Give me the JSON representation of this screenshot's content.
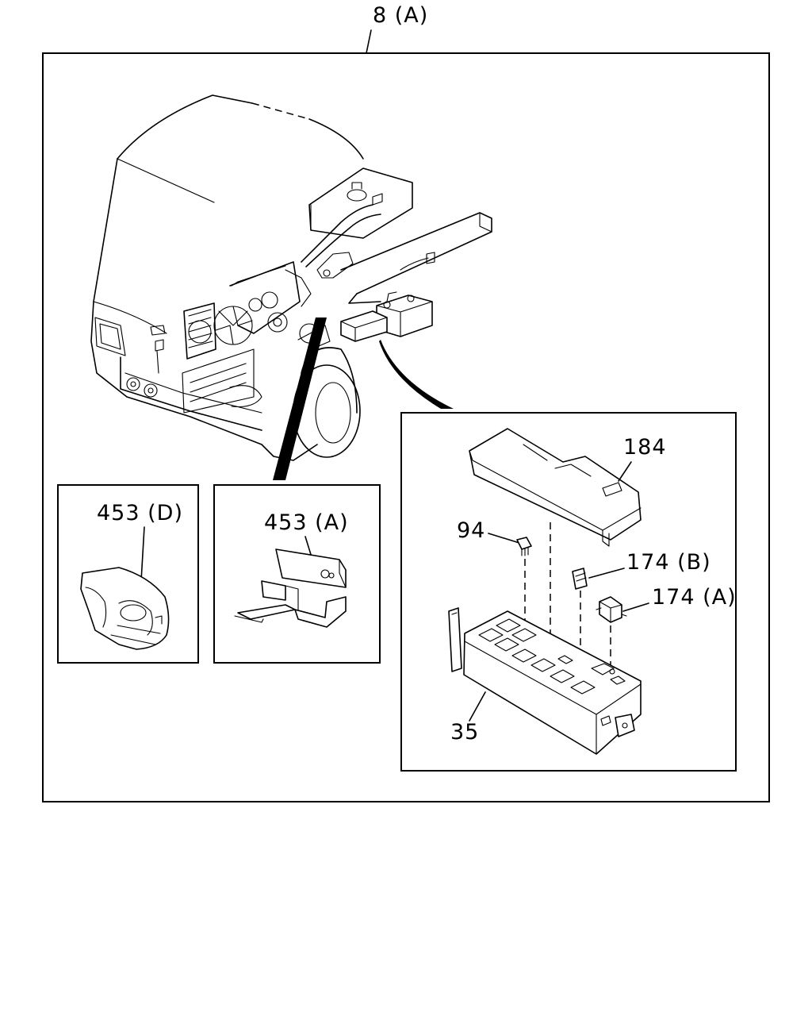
{
  "diagram": {
    "main_label": "8 (A)",
    "callouts": {
      "fuse_box_cover": "184",
      "fuse": "94",
      "relay_b": "174 (B)",
      "relay_a": "174 (A)",
      "fuse_box": "35",
      "bracket_a": "453 (A)",
      "bracket_d": "453 (D)"
    }
  }
}
